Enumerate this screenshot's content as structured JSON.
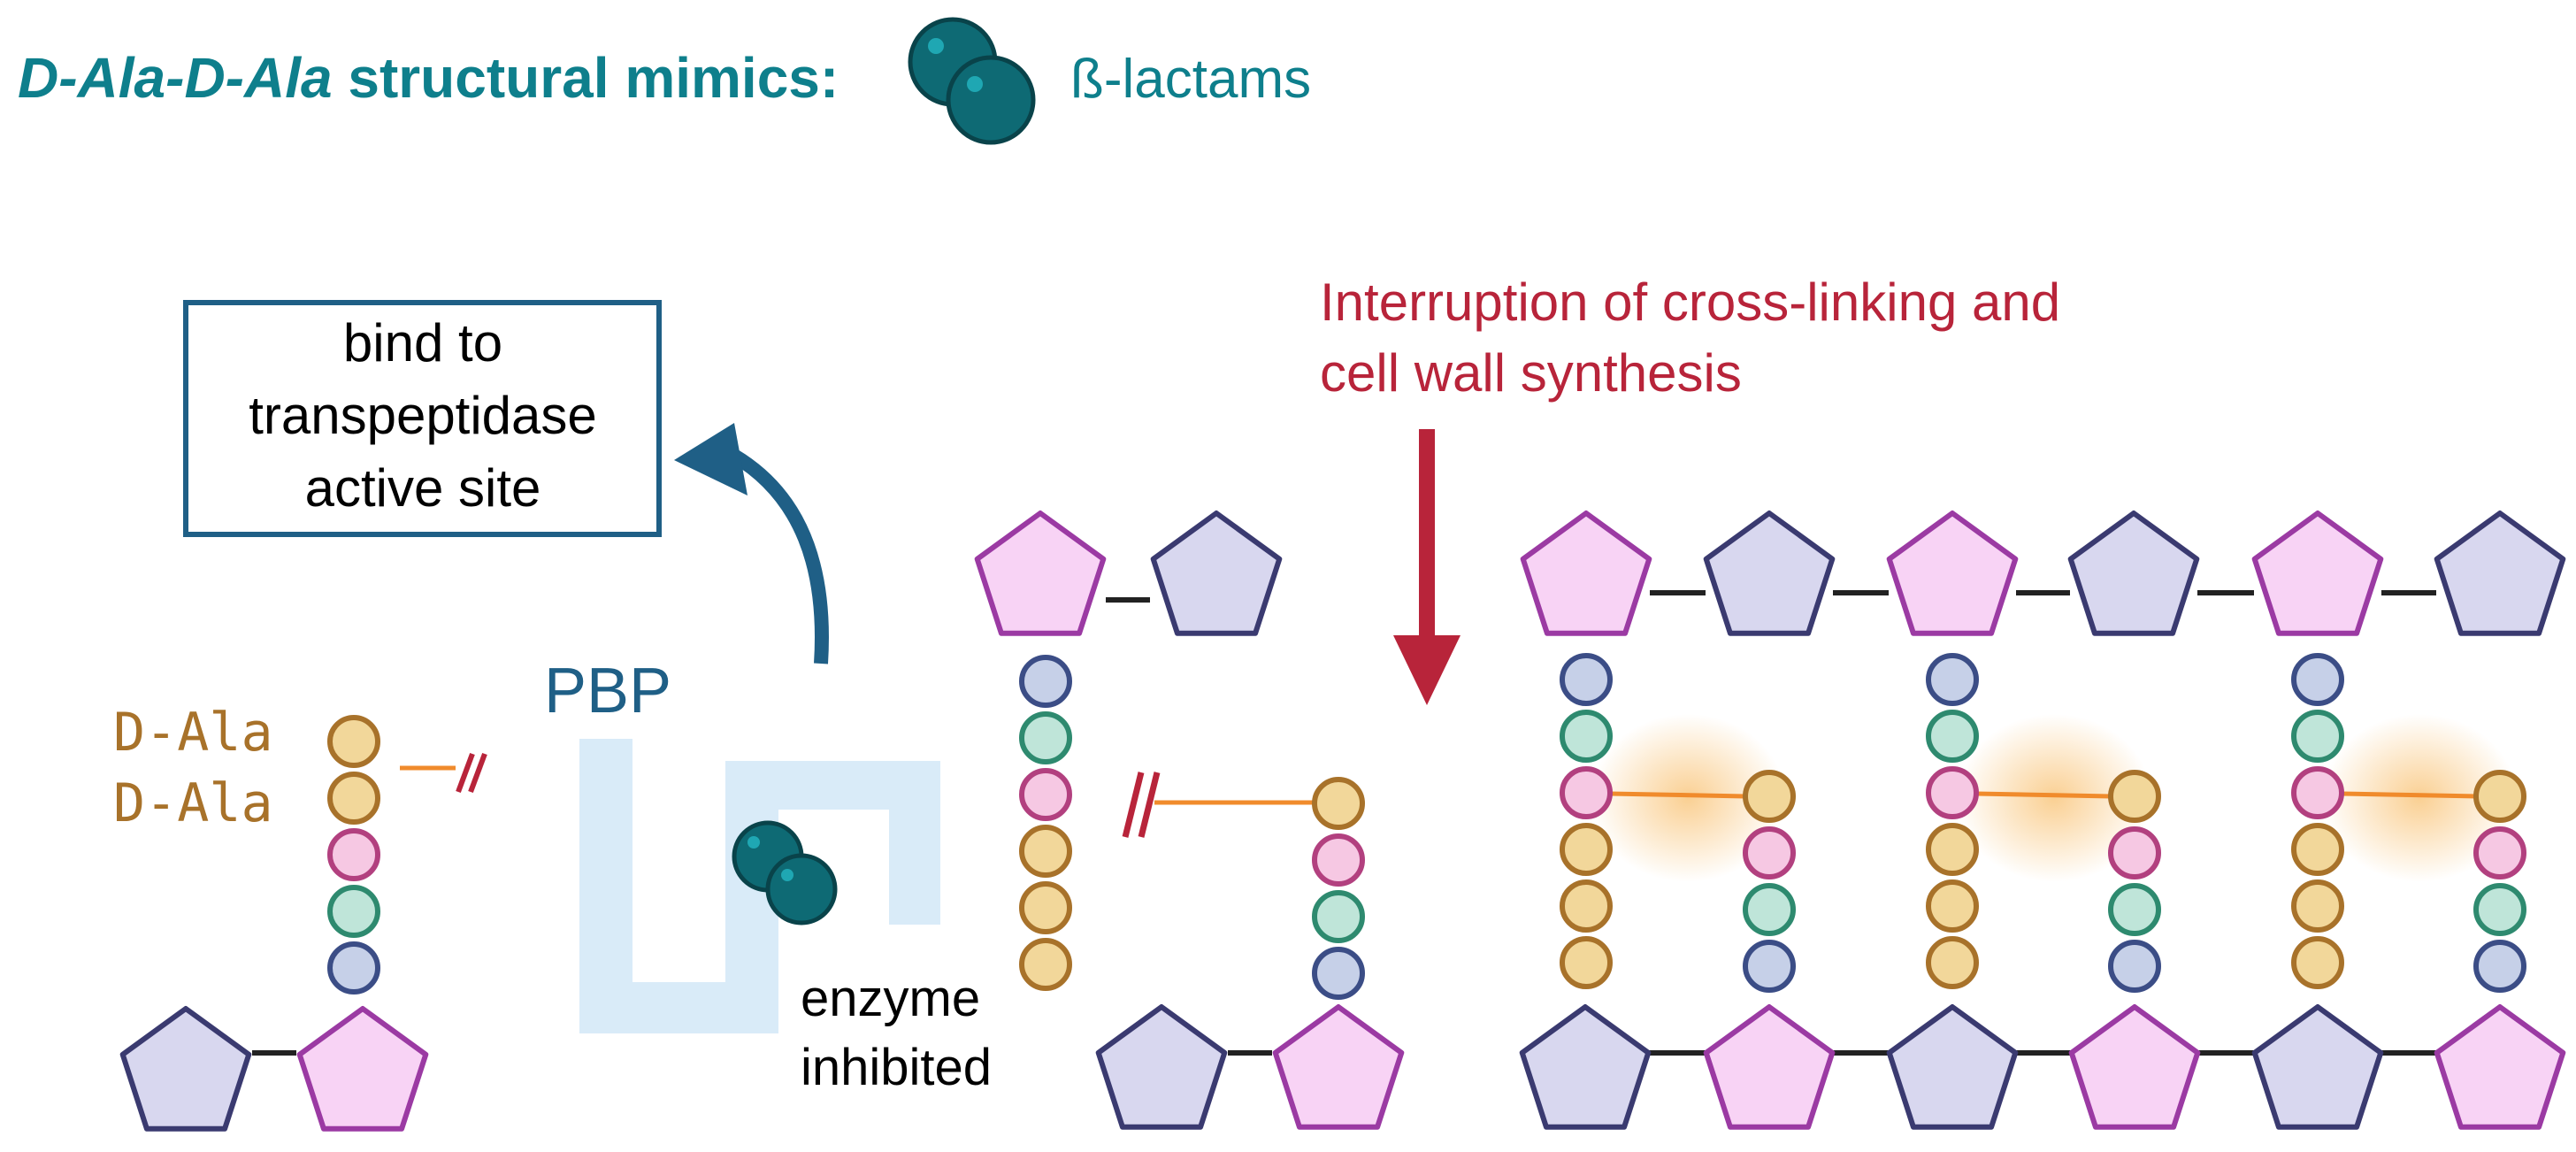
{
  "header": {
    "title_italic": "D-Ala-D-Ala",
    "title_rest": " structural mimics:",
    "drug_label": "ß-lactams"
  },
  "left": {
    "box_lines": [
      "bind to",
      "transpeptidase",
      "active site"
    ],
    "pbp_label": "PBP",
    "dala_labels": [
      "D-Ala",
      "D-Ala"
    ],
    "enzyme_lines": [
      "enzyme",
      "inhibited"
    ]
  },
  "right": {
    "interruption_lines": [
      "Interruption of cross-linking and",
      "cell wall synthesis"
    ]
  },
  "colors": {
    "teal": "#0e7f8c",
    "navy": "#1f5f86",
    "crimson": "#b8243a",
    "ala": "#f2d79a",
    "ala_stroke": "#a8722a",
    "pink": "#f6c8e3",
    "pink_stroke": "#b2407f",
    "mint": "#bfe5d9",
    "mint_stroke": "#2e8a6f",
    "blue": "#c6d0e8",
    "blue_stroke": "#3b4d86",
    "lavender": "#d8d7ef",
    "lavender_stroke": "#3a3a70",
    "orchid": "#f8d3f5",
    "orchid_stroke": "#9b3aa3",
    "orange": "#f08b2c",
    "pbp_fill": "#d9ebf8"
  }
}
